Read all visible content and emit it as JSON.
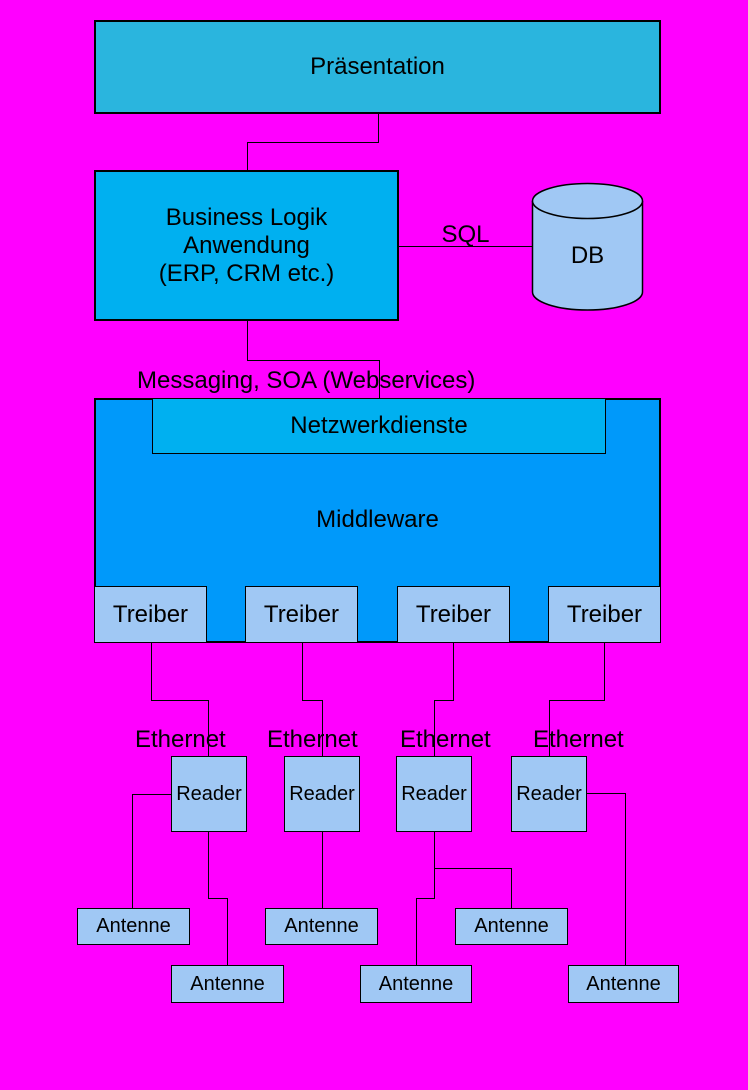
{
  "colors": {
    "background": "#FF00FF",
    "praesentation_fill": "#2AB5DE",
    "azure_fill": "#00B0F0",
    "middleware_fill": "#0099FA",
    "light_box_fill": "#A0C8F4",
    "line_color": "#000000"
  },
  "nodes": {
    "praesentation": "Präsentation",
    "business_lines": [
      "Business Logik",
      "Anwendung",
      "(ERP, CRM etc.)"
    ],
    "sql": "SQL",
    "db": "DB",
    "messaging": "Messaging, SOA (Webservices)",
    "netzwerkdienste": "Netzwerkdienste",
    "middleware": "Middleware",
    "treiber": [
      "Treiber",
      "Treiber",
      "Treiber",
      "Treiber"
    ],
    "ethernet": [
      "Ethernet",
      "Ethernet",
      "Ethernet",
      "Ethernet"
    ],
    "reader": [
      "Reader",
      "Reader",
      "Reader",
      "Reader"
    ],
    "antenne": [
      "Antenne",
      "Antenne",
      "Antenne",
      "Antenne",
      "Antenne",
      "Antenne"
    ]
  }
}
